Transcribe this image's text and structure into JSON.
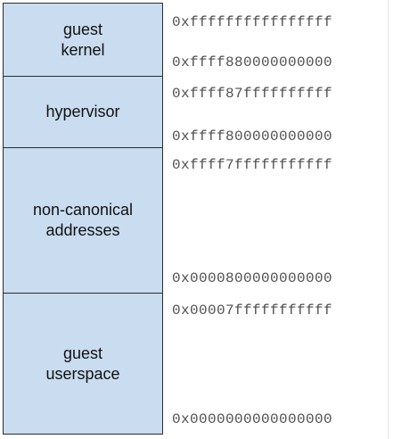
{
  "colors": {
    "block_fill": "#c9dcf0",
    "block_border": "#2c2c2c",
    "address_text": "#4f4f4f"
  },
  "regions": [
    {
      "label": "guest\nkernel",
      "top_address": "0xffffffffffffffff",
      "bottom_address": "0xffff880000000000"
    },
    {
      "label": "hypervisor",
      "top_address": "0xffff87ffffffffff",
      "bottom_address": "0xffff800000000000"
    },
    {
      "label": "non-canonical\naddresses",
      "top_address": "0xffff7fffffffffff",
      "bottom_address": "0x0000800000000000"
    },
    {
      "label": "guest\nuserspace",
      "top_address": "0x00007fffffffffff",
      "bottom_address": "0x0000000000000000"
    }
  ]
}
